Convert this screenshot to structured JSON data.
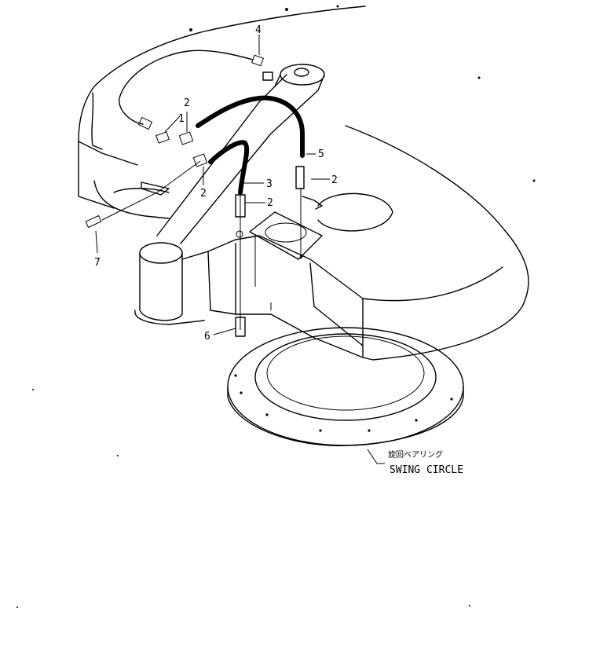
{
  "parts": [
    {
      "id": "part-1",
      "label": "1"
    },
    {
      "id": "part-2a",
      "label": "2"
    },
    {
      "id": "part-2b",
      "label": "2"
    },
    {
      "id": "part-2c",
      "label": "2"
    },
    {
      "id": "part-2d",
      "label": "2"
    },
    {
      "id": "part-3",
      "label": "3"
    },
    {
      "id": "part-4",
      "label": "4"
    },
    {
      "id": "part-5",
      "label": "5"
    },
    {
      "id": "part-6",
      "label": "6"
    },
    {
      "id": "part-7",
      "label": "7"
    }
  ],
  "swing_circle": {
    "label_jp": "旋回ベアリング",
    "label_en": "SWING CIRCLE"
  }
}
